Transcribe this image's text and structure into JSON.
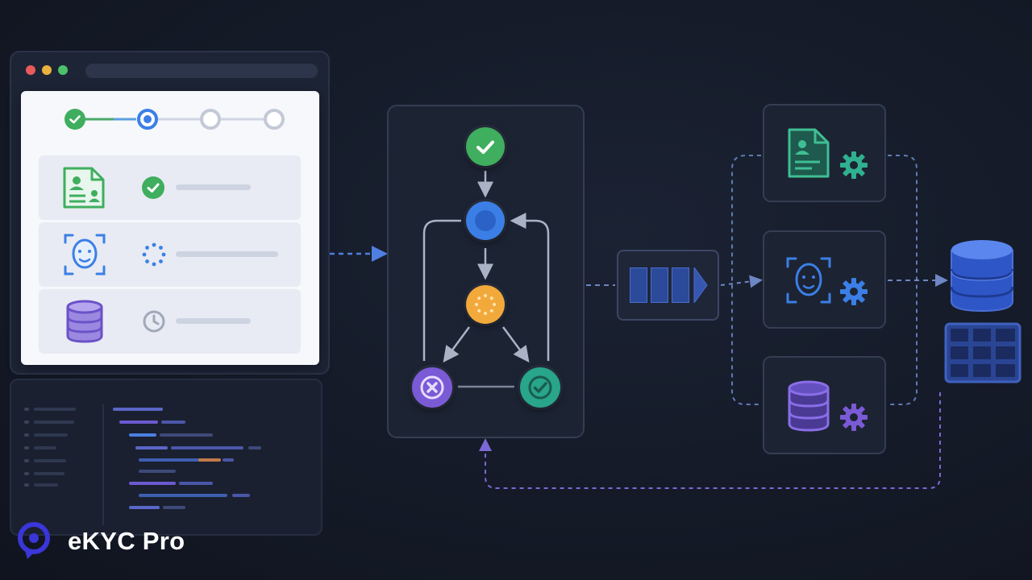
{
  "brand": {
    "name": "eKYC Pro",
    "logo_icon": "location-pin-logo-icon"
  },
  "colors": {
    "background": "#141a27",
    "accent_green": "#3fae5e",
    "accent_blue": "#3b7fe6",
    "accent_orange": "#f2a93b",
    "accent_purple": "#7b5ad6",
    "accent_teal": "#28a58a",
    "database_blue": "#4a6fd8"
  },
  "onboarding_steps": [
    {
      "state": "complete",
      "icon": "check-icon"
    },
    {
      "state": "active",
      "icon": "dot-icon"
    },
    {
      "state": "pending",
      "icon": "circle-icon"
    },
    {
      "state": "pending",
      "icon": "circle-icon"
    }
  ],
  "checklist": [
    {
      "icon": "id-document-icon",
      "status_icon": "check-circle-icon",
      "status": "done"
    },
    {
      "icon": "face-scan-icon",
      "status_icon": "loading-spinner-icon",
      "status": "in-progress"
    },
    {
      "icon": "database-icon",
      "status_icon": "clock-icon",
      "status": "waiting"
    }
  ],
  "workflow_nodes": [
    {
      "icon": "check-icon",
      "state": "start"
    },
    {
      "icon": "dot-icon",
      "state": "processing"
    },
    {
      "icon": "loading-spinner-icon",
      "state": "review"
    },
    {
      "icon": "x-icon",
      "state": "rejected"
    },
    {
      "icon": "check-icon",
      "state": "approved"
    }
  ],
  "services": [
    {
      "icon": "id-document-icon",
      "gear": "gear-icon"
    },
    {
      "icon": "face-scan-icon",
      "gear": "gear-icon"
    },
    {
      "icon": "database-icon",
      "gear": "gear-icon"
    }
  ],
  "storage": {
    "icons": [
      "database-icon",
      "table-grid-icon"
    ]
  }
}
